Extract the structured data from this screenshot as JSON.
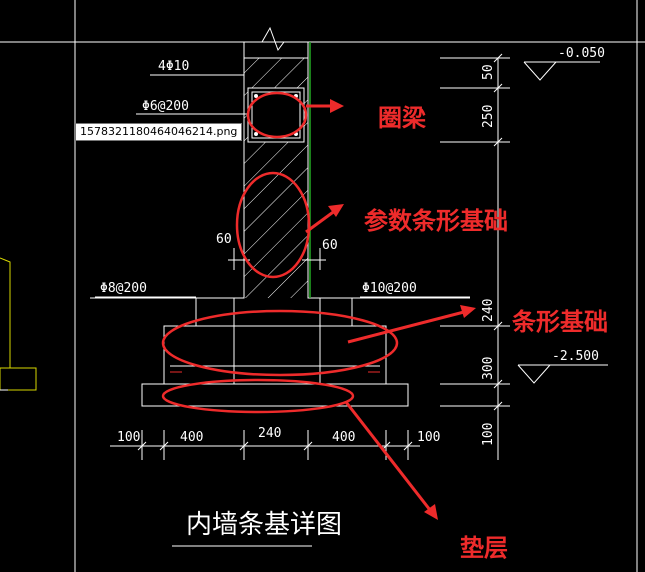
{
  "drawing": {
    "title": "内墙条基详图",
    "colors": {
      "background": "#000000",
      "lines": "#ffffff",
      "annotation": "#ee2b2b",
      "green_line": "#22aa22",
      "yellow_line": "#d9d900"
    }
  },
  "rebar": {
    "top_bars": "4Φ10",
    "stirrup": "Φ6@200",
    "left_bar": "Φ8@200",
    "right_bar": "Φ10@200"
  },
  "dimensions": {
    "wall_left": "60",
    "wall_right": "60",
    "bottom": [
      "100",
      "400",
      "240",
      "400",
      "100"
    ],
    "vertical": [
      "50",
      "250",
      "240",
      "300",
      "100"
    ]
  },
  "elevations": {
    "top": "-0.050",
    "bottom": "-2.500"
  },
  "annotations": {
    "ring_beam": "圈梁",
    "param_strip": "参数条形基础",
    "strip": "条形基础",
    "cushion": "垫层"
  },
  "tooltip": {
    "filename": "1578321180464046214.png"
  }
}
